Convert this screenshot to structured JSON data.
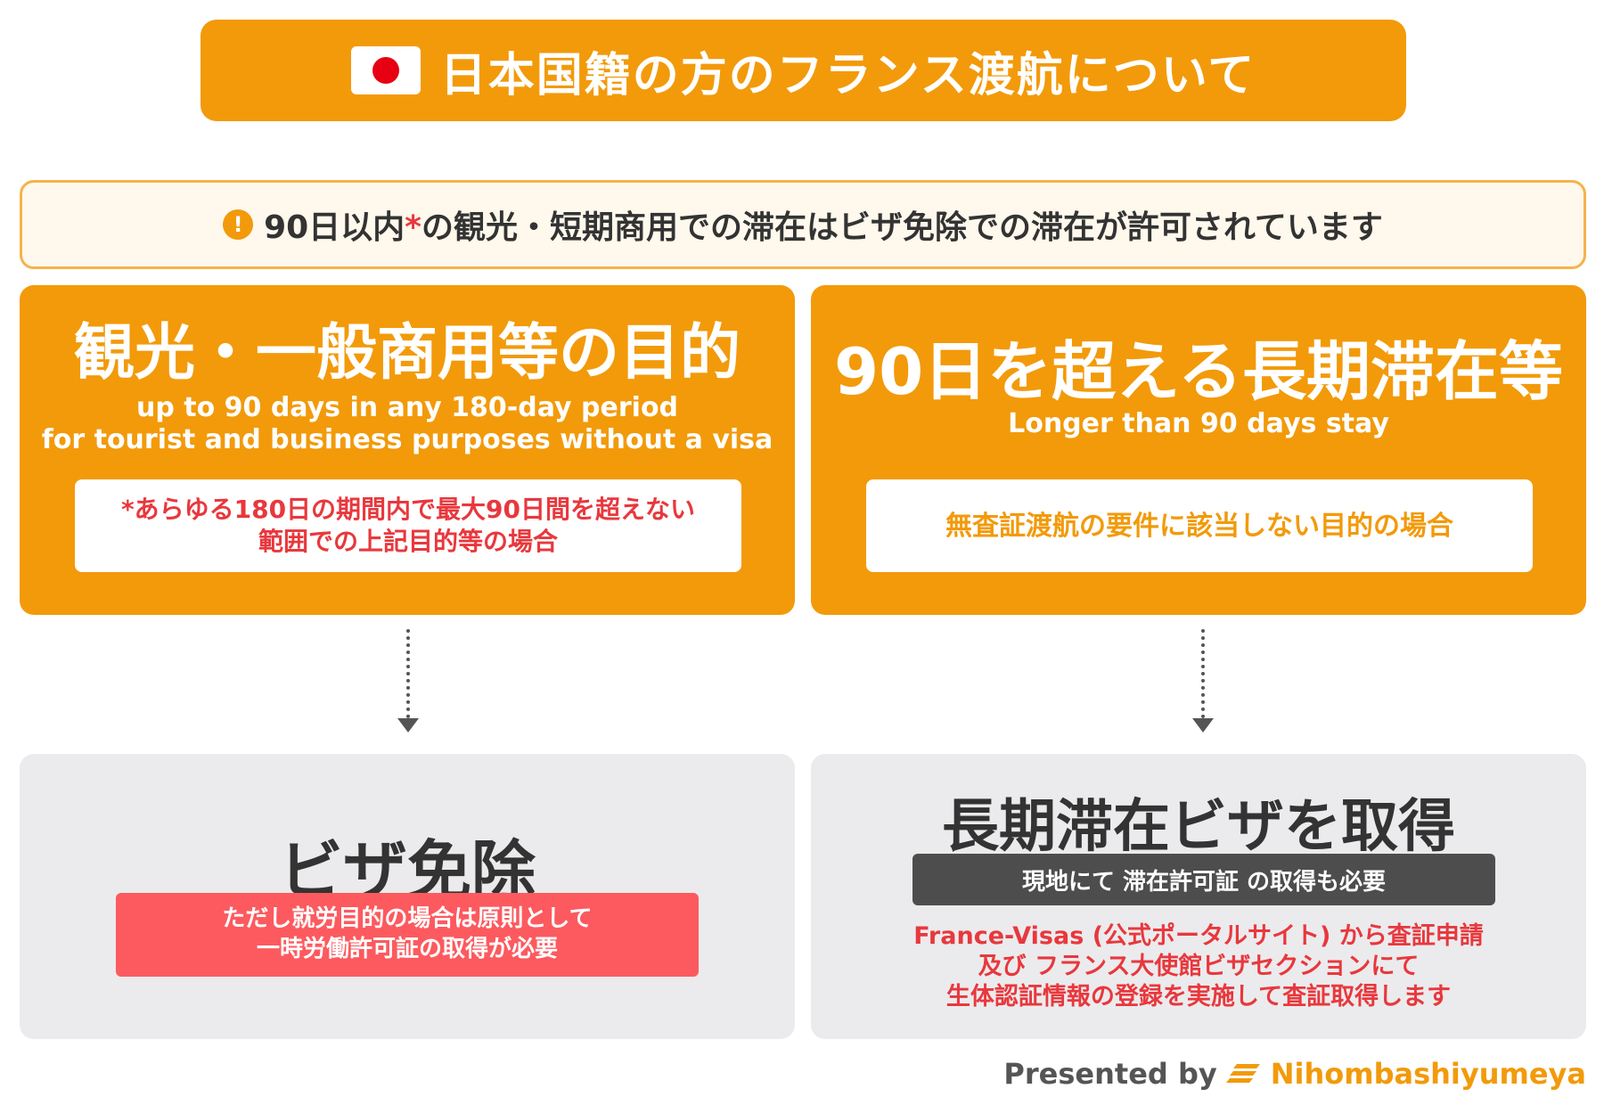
{
  "header": {
    "title": "日本国籍の方のフランス渡航について",
    "flag_icon": "japan-flag-icon"
  },
  "notice": {
    "icon": "exclamation-icon",
    "text_before": "90日以内",
    "asterisk": "*",
    "text_after": "の観光・短期商用での滞在はビザ免除での滞在が許可されています"
  },
  "left_card": {
    "title": "観光・一般商用等の目的",
    "subtitle_line1": "up to 90 days in any 180-day period",
    "subtitle_line2": "for tourist and business purposes without a visa",
    "note_line1": "*あらゆる180日の期間内で最大90日間を超えない",
    "note_line2": "範囲での上記目的等の場合"
  },
  "right_card": {
    "title": "90日を超える長期滞在等",
    "subtitle": "Longer than 90 days stay",
    "note": "無査証渡航の要件に該当しない目的の場合"
  },
  "left_result": {
    "title": "ビザ免除",
    "note_line1": "ただし就労目的の場合は原則として",
    "note_line2": "一時労働許可証の取得が必要"
  },
  "right_result": {
    "title": "長期滞在ビザを取得",
    "badge": "現地にて 滞在許可証 の取得も必要",
    "desc_line1": "France-Visas (公式ポータルサイト) から査証申請",
    "desc_line2": "及び フランス大使館ビザセクションにて",
    "desc_line3": "生体認証情報の登録を実施して査証取得します"
  },
  "footer": {
    "presented_by": "Presented by",
    "brand": "Nihombashiyumeya",
    "logo_icon": "nihombashiyumeya-logo-icon"
  },
  "colors": {
    "orange": "#f29a0a",
    "red": "#e8383d",
    "dark": "#4d4d4d",
    "gray_panel": "#ebebed"
  }
}
